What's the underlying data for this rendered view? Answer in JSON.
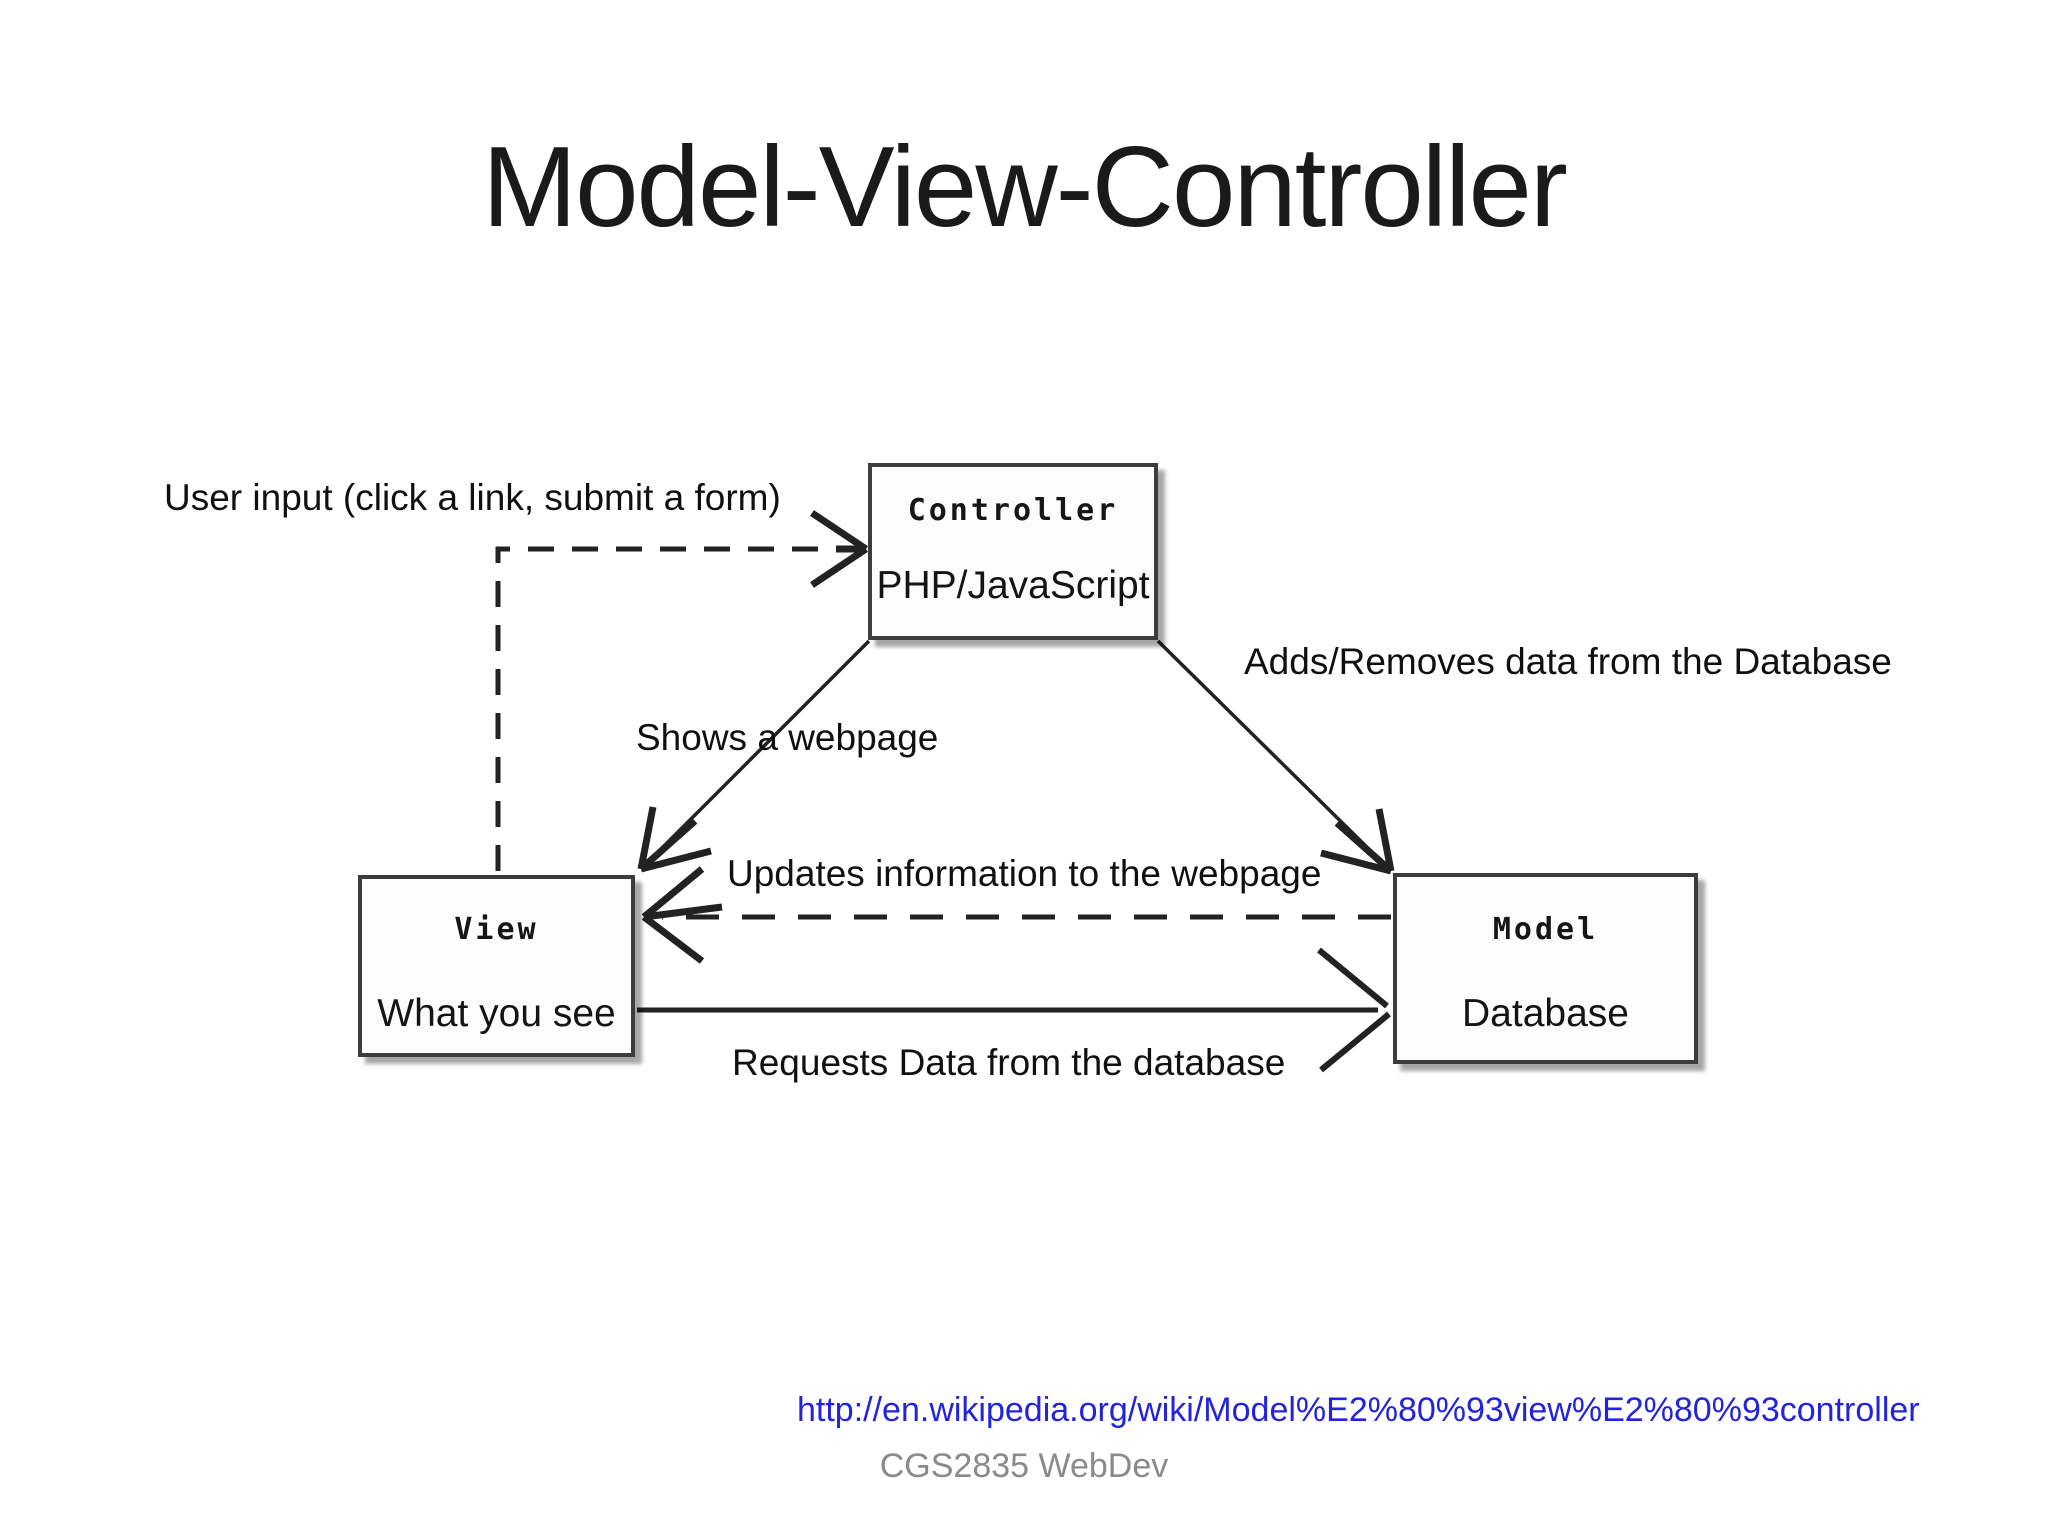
{
  "slide": {
    "title": "Model-View-Controller",
    "link": "http://en.wikipedia.org/wiki/Model%E2%80%93view%E2%80%93controller",
    "footer": "CGS2835 WebDev"
  },
  "diagram": {
    "boxes": {
      "controller": {
        "name": "Controller",
        "subtitle": "PHP/JavaScript"
      },
      "view": {
        "name": "View",
        "subtitle": "What you see"
      },
      "model": {
        "name": "Model",
        "subtitle": "Database"
      }
    },
    "labels": {
      "user_input": "User input (click a link, submit a form)",
      "shows_webpage": "Shows a webpage",
      "adds_removes": "Adds/Removes data from the Database",
      "updates_info": "Updates information to the webpage",
      "requests_data": "Requests Data from the database"
    },
    "edges": [
      {
        "from": "view",
        "to": "controller",
        "style": "dashed",
        "label": "user_input"
      },
      {
        "from": "controller",
        "to": "view",
        "style": "solid",
        "label": "shows_webpage"
      },
      {
        "from": "controller",
        "to": "model",
        "style": "solid",
        "label": "adds_removes"
      },
      {
        "from": "model",
        "to": "view",
        "style": "dashed",
        "label": "updates_info"
      },
      {
        "from": "view",
        "to": "model",
        "style": "solid",
        "label": "requests_data"
      }
    ]
  },
  "colors": {
    "link": "#2323dd",
    "footer": "#8a8a8a",
    "line": "#222222",
    "border": "#3c3c3c"
  }
}
